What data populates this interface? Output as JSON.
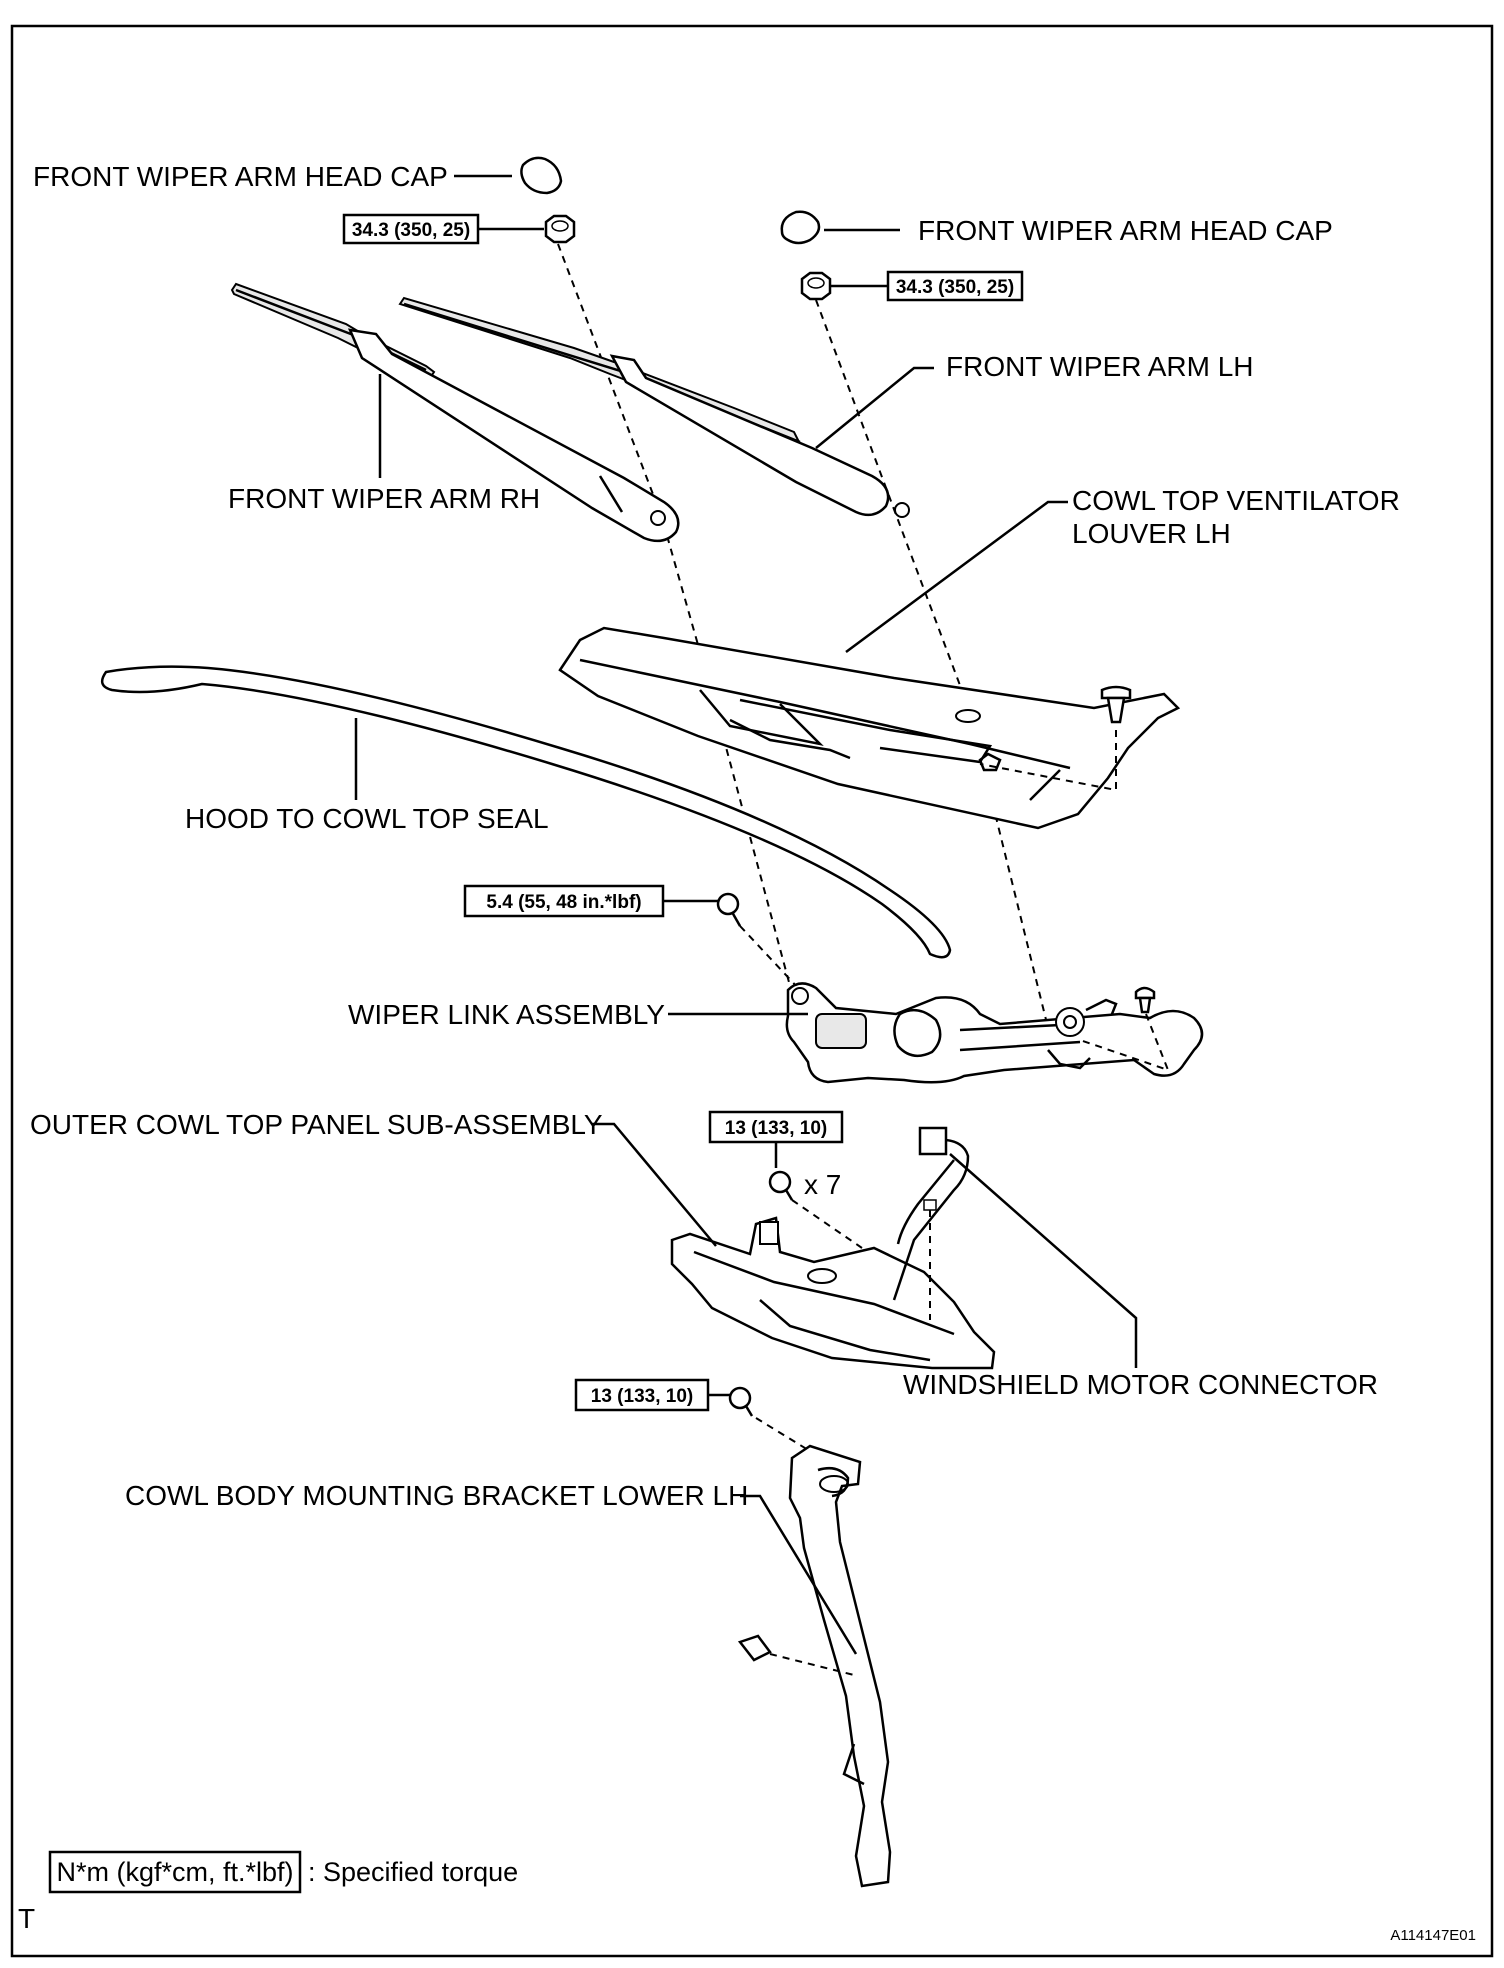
{
  "labels": {
    "cap_rh": "FRONT WIPER ARM HEAD CAP",
    "cap_lh": "FRONT WIPER ARM HEAD CAP",
    "arm_lh": "FRONT WIPER ARM LH",
    "arm_rh": "FRONT WIPER ARM RH",
    "louver_line1": "COWL TOP VENTILATOR",
    "louver_line2": "LOUVER LH",
    "seal": "HOOD TO COWL TOP SEAL",
    "link": "WIPER LINK ASSEMBLY",
    "outer_panel": "OUTER COWL TOP PANEL SUB-ASSEMBLY",
    "connector": "WINDSHIELD MOTOR CONNECTOR",
    "bracket": "COWL BODY MOUNTING BRACKET LOWER LH",
    "qty": "x 7"
  },
  "torques": {
    "arm_rh_nut": "34.3 (350, 25)",
    "arm_lh_nut": "34.3 (350, 25)",
    "link_bolt": "5.4 (55, 48 in.*lbf)",
    "panel_bolt": "13 (133, 10)",
    "bracket_bolt": "13 (133, 10)"
  },
  "legend": {
    "unit_box": "N*m (kgf*cm, ft.*lbf)",
    "description": ": Specified torque"
  },
  "footer": {
    "corner_letter": "T",
    "figure_id": "A114147E01"
  }
}
